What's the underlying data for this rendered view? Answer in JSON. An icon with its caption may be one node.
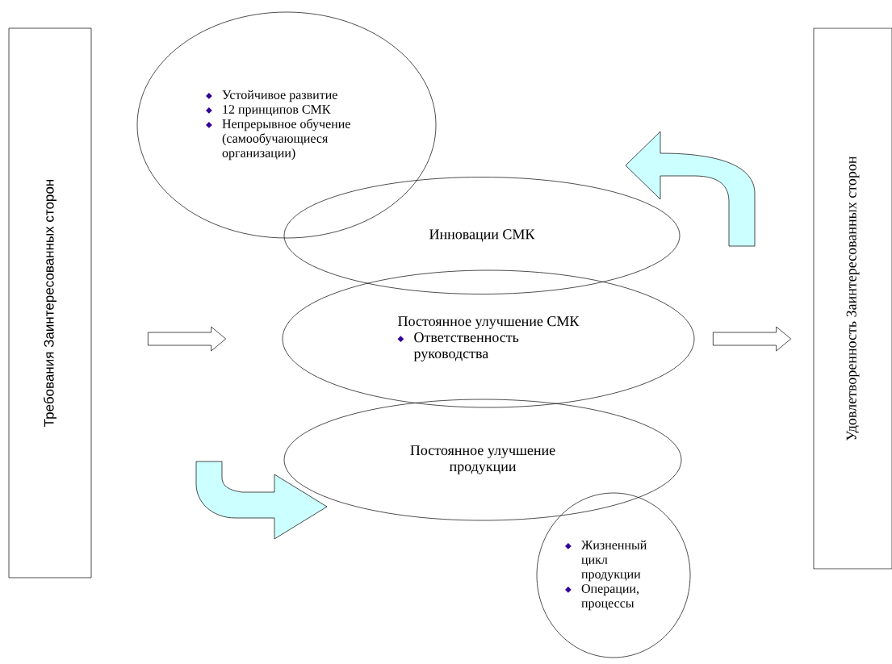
{
  "diagram": {
    "nodes": [
      {
        "text": [
          "Требования Заинтересованных сторон"
        ]
      },
      {
        "text": [
          "Устойчивое развитие",
          "12 принципов СМК",
          "Непрерывное обучение (самообучающиеся организации)"
        ]
      },
      {
        "text": [
          "Инновации СМК"
        ]
      },
      {
        "text": [
          "Постоянное улучшение СМК",
          "Ответственность руководства"
        ]
      },
      {
        "text": [
          "Постоянное улучшение продукции"
        ]
      },
      {
        "text": [
          "Жизненный цикл продукции",
          "Операции, процессы"
        ]
      },
      {
        "text": [
          "Удовлетворенность Заинтересованных сторон"
        ]
      }
    ],
    "edges": [
      {
        "from": 0,
        "to": 3,
        "arrow": "to"
      },
      {
        "from": 3,
        "to": 6,
        "arrow": "to"
      }
    ]
  }
}
